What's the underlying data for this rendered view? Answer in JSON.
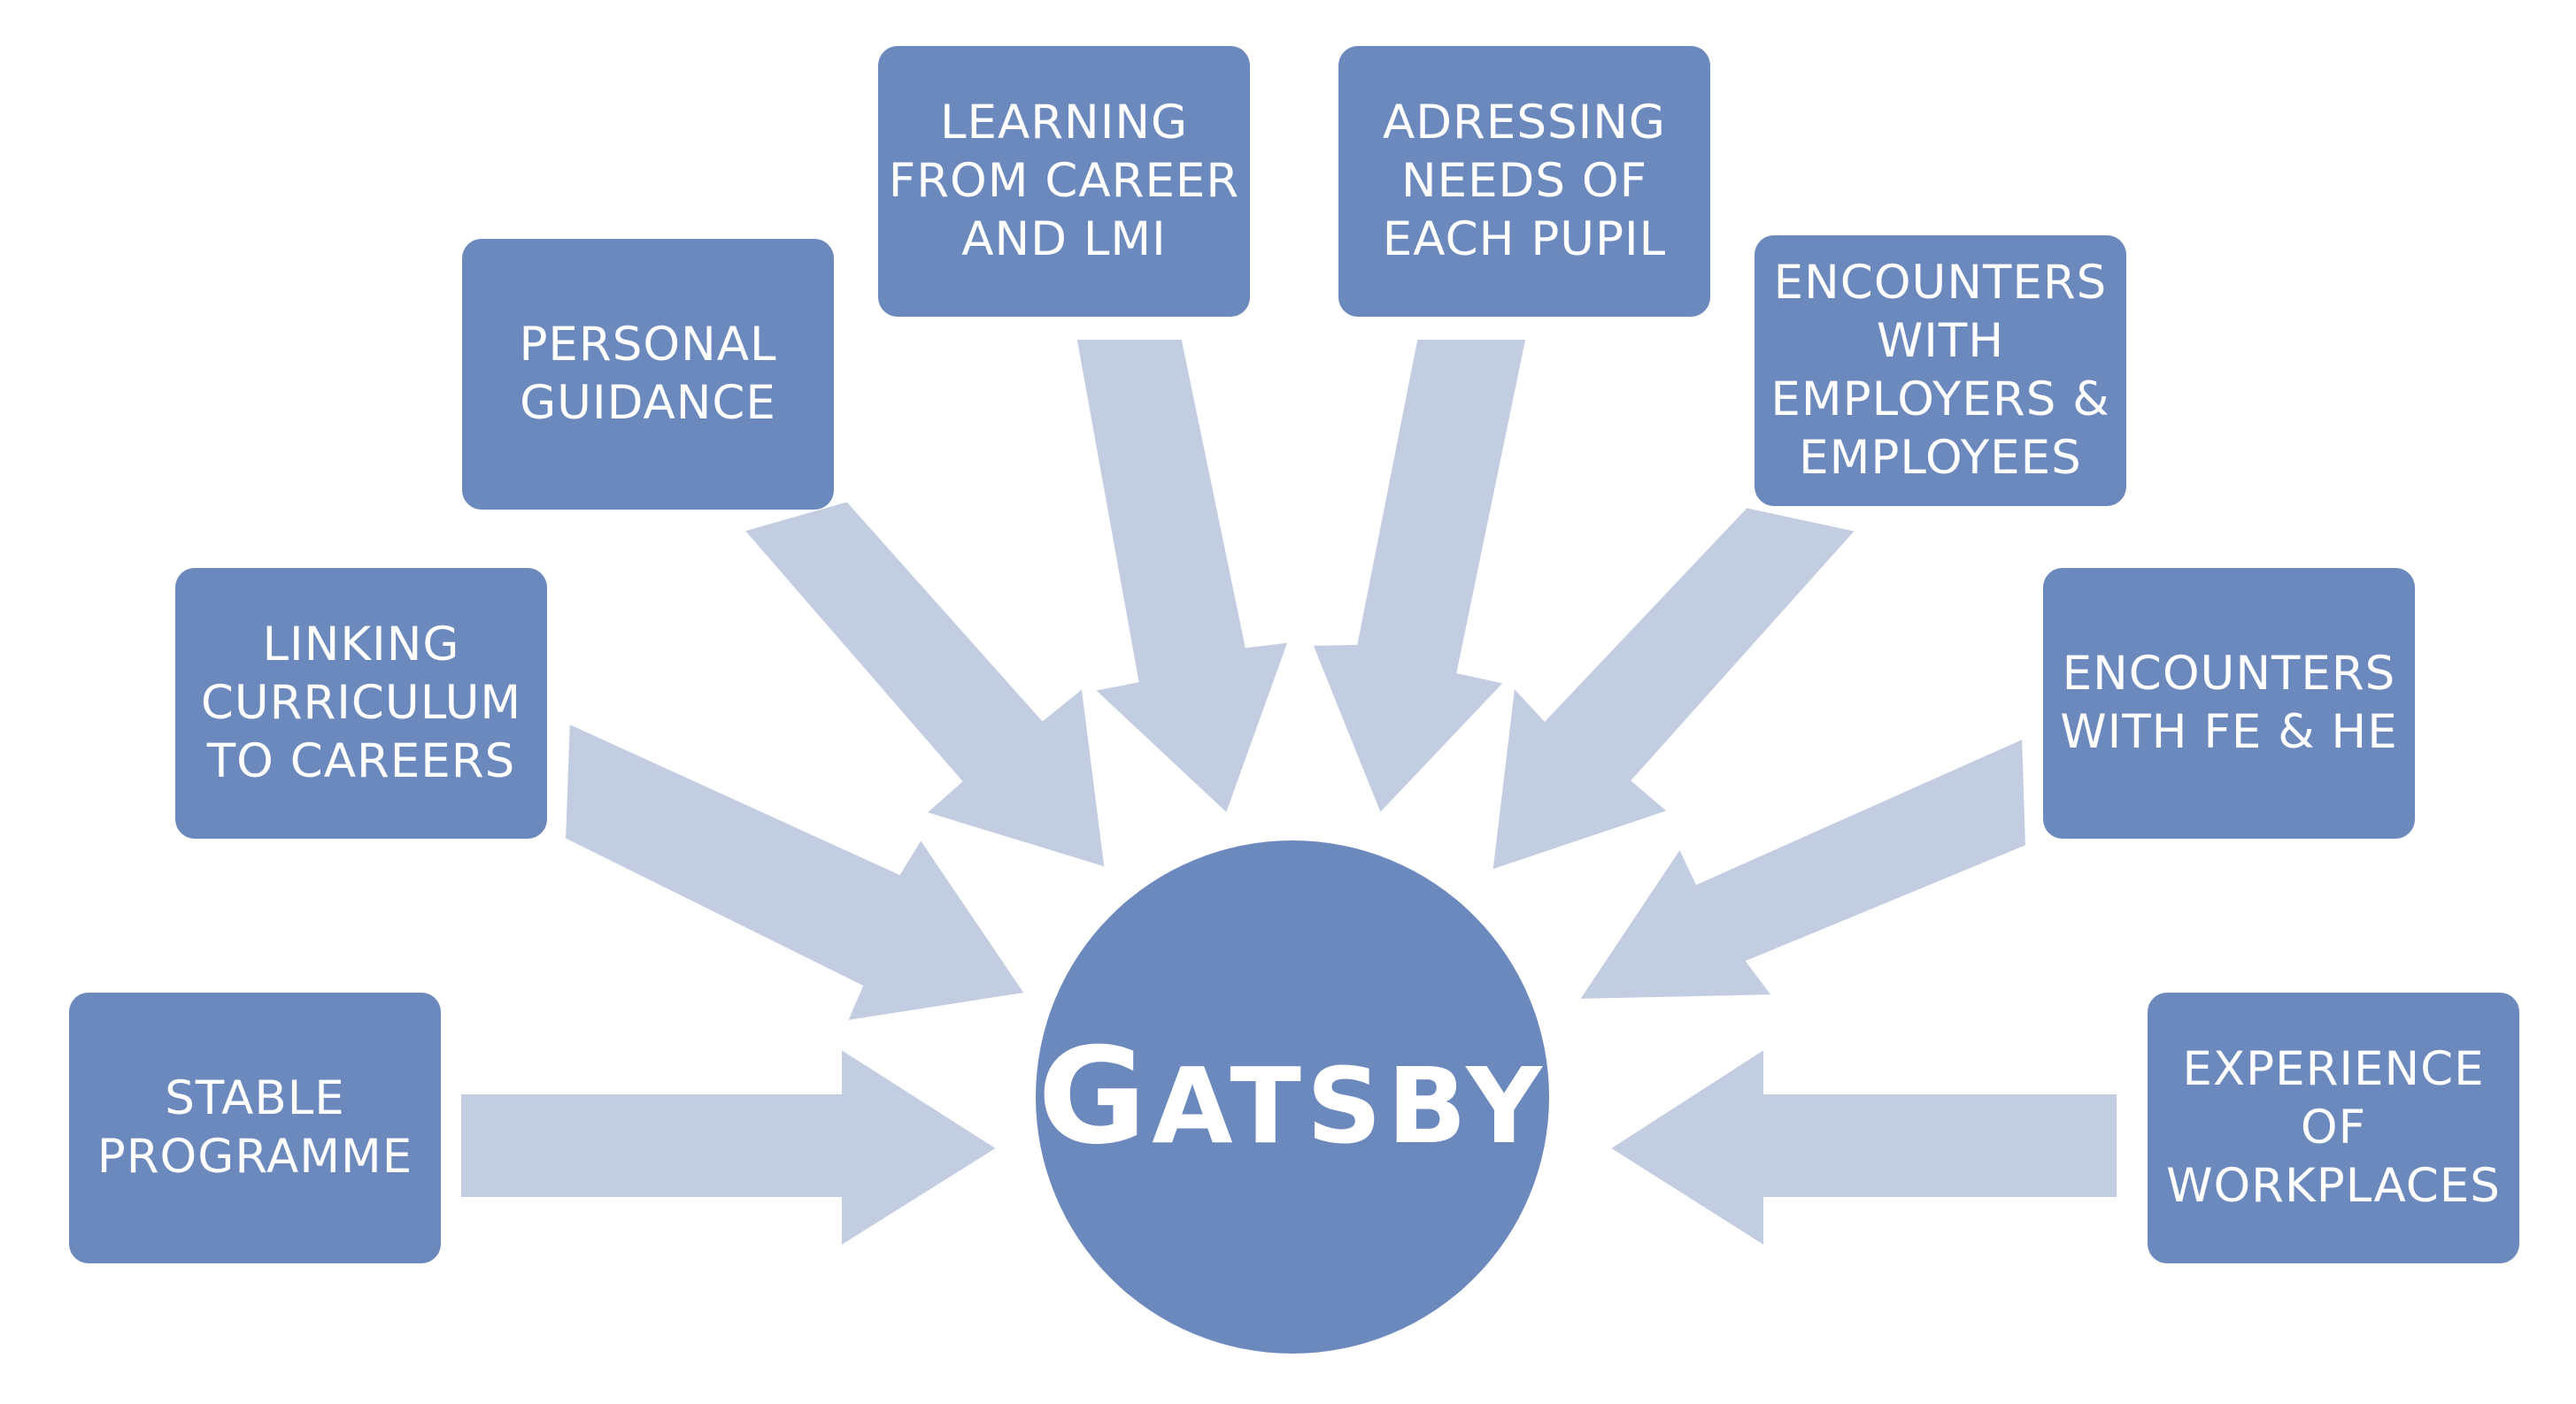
{
  "diagram": {
    "center": {
      "first_letter": "G",
      "rest": "ATSBY"
    },
    "nodes": [
      {
        "id": "stable",
        "label": "STABLE\nPROGRAMME"
      },
      {
        "id": "linking",
        "label": "LINKING\nCURRICULUM\nTO CAREERS"
      },
      {
        "id": "personal",
        "label": "PERSONAL\nGUIDANCE"
      },
      {
        "id": "learning",
        "label": "LEARNING\nFROM CAREER\nAND LMI"
      },
      {
        "id": "adressing",
        "label": "ADRESSING\nNEEDS OF\nEACH PUPIL"
      },
      {
        "id": "employers",
        "label": "ENCOUNTERS\nWITH\nEMPLOYERS &\nEMPLOYEES"
      },
      {
        "id": "fehe",
        "label": "ENCOUNTERS\nWITH FE & HE"
      },
      {
        "id": "workplaces",
        "label": "EXPERIENCE\nOF\nWORKPLACES"
      }
    ],
    "colors": {
      "node_fill": "#6c89be",
      "arrow_fill": "#c3cde2",
      "text": "#ffffff"
    }
  }
}
